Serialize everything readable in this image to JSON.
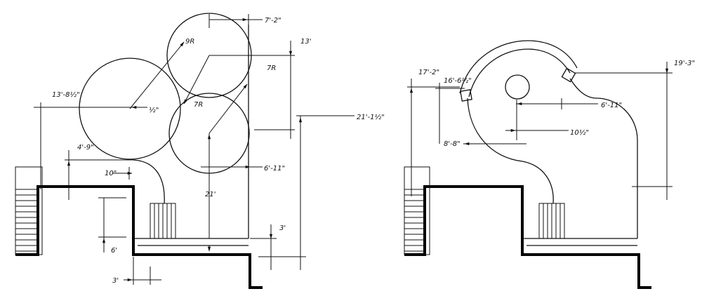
{
  "left": {
    "radius_labels": {
      "top": "9R",
      "right": "7R",
      "center": "7R"
    },
    "dims": {
      "top_right": "7'-2\"",
      "right_top": "13'",
      "right_total": "21'-1½\"",
      "circle_offset": "13'-8½\"",
      "half_inch": "½\"",
      "left_4": "4'-9\"",
      "ten_inch": "10\"",
      "right_circle": "6'-11\"",
      "vertical_21": "21'",
      "step_3": "3'",
      "left_6": "6'",
      "bottom_3": "3'"
    }
  },
  "right": {
    "dims": {
      "left_17": "17'-2\"",
      "arc_16": "16'-6½\"",
      "right_19": "19'-3\"",
      "horiz_6": "6'-11\"",
      "ten_half": "10½\"",
      "left_8": "8'-8\""
    }
  }
}
